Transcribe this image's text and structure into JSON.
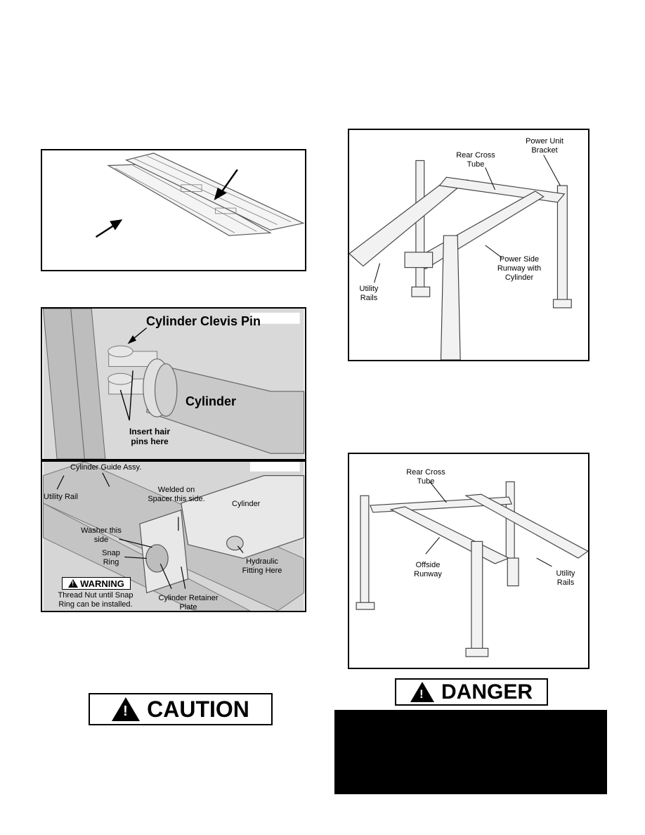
{
  "figure_runways": {},
  "figure_cylinder_clevis": {
    "title": "Cylinder Clevis Pin",
    "cylinder": "Cylinder",
    "hair_pins": "Insert hair pins here"
  },
  "figure_cylinder_guide": {
    "guide": "Cylinder Guide Assy.",
    "utility_rail": "Utility Rail",
    "welded": "Welded on Spacer this side.",
    "cylinder": "Cylinder",
    "washer": "Washer this side",
    "snap_ring": "Snap Ring",
    "hydraulic": "Hydraulic Fitting Here",
    "warning_label": "WARNING",
    "warning_text": "Thread Nut until Snap Ring can be installed.",
    "retainer": "Cylinder Retainer Plate"
  },
  "figure_power_side": {
    "rear_cross_tube": "Rear Cross Tube",
    "power_unit_bracket": "Power Unit Bracket",
    "utility_rails": "Utility Rails",
    "power_side_runway": "Power Side Runway with Cylinder"
  },
  "figure_offside": {
    "rear_cross_tube": "Rear Cross Tube",
    "offside_runway": "Offside Runway",
    "utility_rails": "Utility Rails"
  },
  "signs": {
    "caution": "CAUTION",
    "danger": "DANGER",
    "icon": "exclamation-triangle-icon"
  }
}
